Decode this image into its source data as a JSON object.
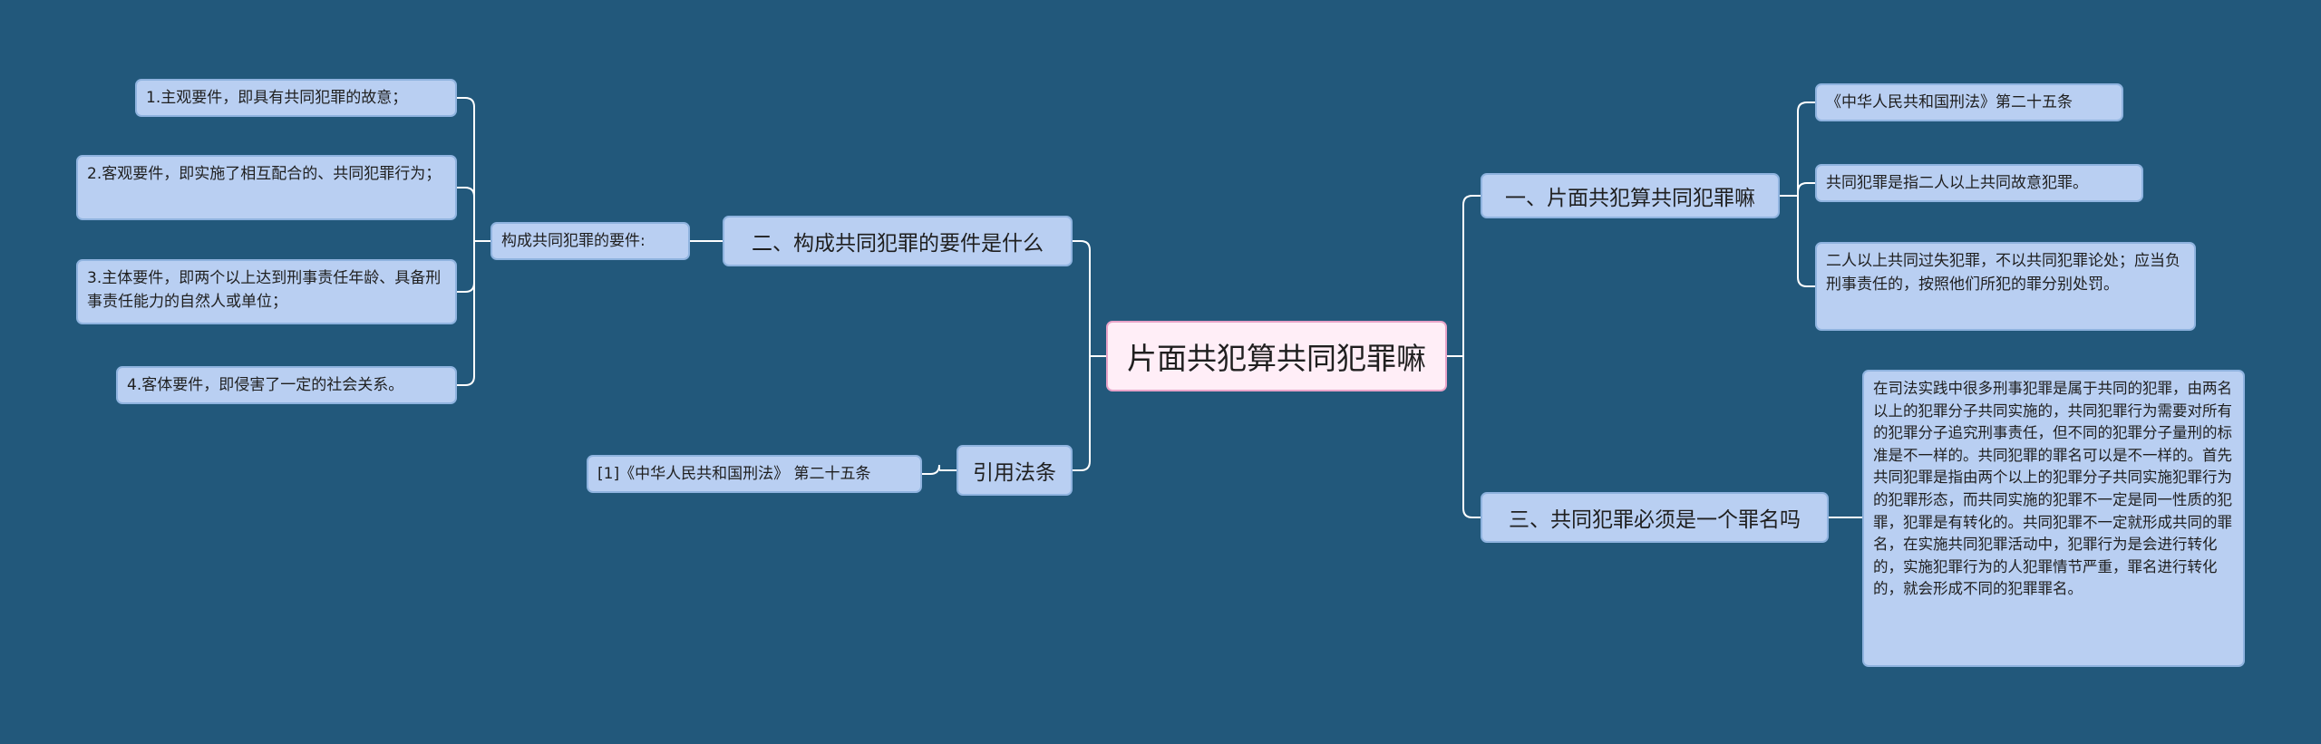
{
  "root": {
    "label": "片面共犯算共同犯罪嘛"
  },
  "branches": {
    "b1": {
      "label": "一、片面共犯算共同犯罪嘛",
      "children": [
        "《中华人民共和国刑法》第二十五条",
        "共同犯罪是指二人以上共同故意犯罪。",
        "二人以上共同过失犯罪，不以共同犯罪论处；应当负刑事责任的，按照他们所犯的罪分别处罚。"
      ]
    },
    "b2": {
      "label": "二、构成共同犯罪的要件是什么",
      "sub": "构成共同犯罪的要件:",
      "children": [
        "1.主观要件，即具有共同犯罪的故意；",
        "2.客观要件，即实施了相互配合的、共同犯罪行为；",
        "3.主体要件，即两个以上达到刑事责任年龄、具备刑事责任能力的自然人或单位；",
        "4.客体要件，即侵害了一定的社会关系。"
      ]
    },
    "b3": {
      "label": "三、共同犯罪必须是一个罪名吗",
      "children": [
        "在司法实践中很多刑事犯罪是属于共同的犯罪，由两名以上的犯罪分子共同实施的，共同犯罪行为需要对所有的犯罪分子追究刑事责任，但不同的犯罪分子量刑的标准是不一样的。共同犯罪的罪名可以是不一样的。首先共同犯罪是指由两个以上的犯罪分子共同实施犯罪行为的犯罪形态，而共同实施的犯罪不一定是同一性质的犯罪，犯罪是有转化的。共同犯罪不一定就形成共同的罪名，在实施共同犯罪活动中，犯罪行为是会进行转化的，实施犯罪行为的人犯罪情节严重，罪名进行转化的，就会形成不同的犯罪罪名。"
      ]
    },
    "b4": {
      "label": "引用法条",
      "children": [
        "[1]《中华人民共和国刑法》 第二十五条"
      ]
    }
  },
  "colors": {
    "background": "#22587b",
    "node_fill": "#b9cff2",
    "node_border": "#8fb3df",
    "root_fill": "#ffeef7",
    "root_border": "#e8a3c8",
    "connector": "#ffffff"
  }
}
